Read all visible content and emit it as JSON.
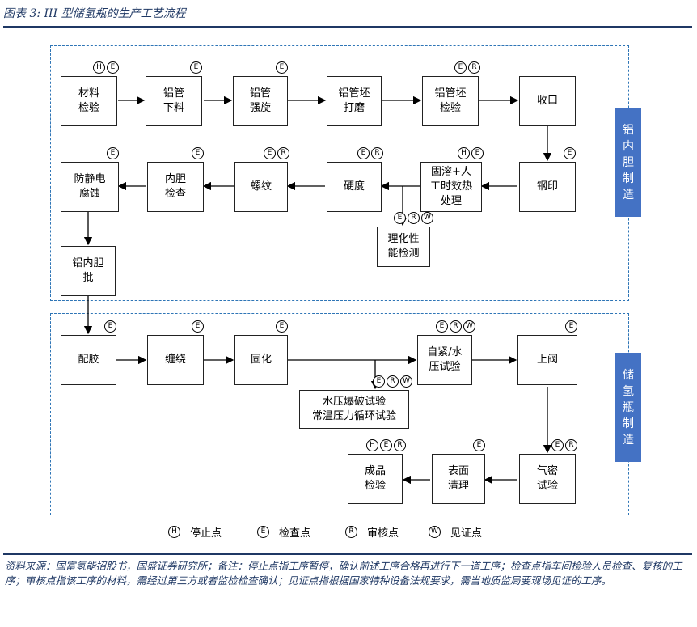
{
  "header": {
    "title": "图表 3: III 型储氢瓶的生产工艺流程"
  },
  "sections": [
    {
      "id": "liner",
      "label": "铝内胆制造"
    },
    {
      "id": "vessel",
      "label": "储氢瓶制造"
    }
  ],
  "nodes": [
    {
      "id": "n1",
      "text": "材料\n检验",
      "marks": [
        "H",
        "E"
      ]
    },
    {
      "id": "n2",
      "text": "铝管\n下料",
      "marks": [
        "E"
      ]
    },
    {
      "id": "n3",
      "text": "铝管\n强旋",
      "marks": [
        "E"
      ]
    },
    {
      "id": "n4",
      "text": "铝管坯\n打磨",
      "marks": []
    },
    {
      "id": "n5",
      "text": "铝管坯\n检验",
      "marks": [
        "E",
        "R"
      ]
    },
    {
      "id": "n6",
      "text": "收口",
      "marks": []
    },
    {
      "id": "n7",
      "text": "钢印",
      "marks": [
        "E"
      ]
    },
    {
      "id": "n8",
      "text": "固溶+人\n工时效热\n处理",
      "marks": [
        "H",
        "E"
      ]
    },
    {
      "id": "n9",
      "text": "理化性\n能检测",
      "marks": [
        "E",
        "R",
        "W"
      ]
    },
    {
      "id": "n10",
      "text": "硬度",
      "marks": [
        "E",
        "R"
      ]
    },
    {
      "id": "n11",
      "text": "螺纹",
      "marks": [
        "E",
        "R"
      ]
    },
    {
      "id": "n12",
      "text": "内胆\n检查",
      "marks": [
        "E"
      ]
    },
    {
      "id": "n13",
      "text": "防静电\n腐蚀",
      "marks": [
        "E"
      ]
    },
    {
      "id": "n14",
      "text": "铝内胆\n批",
      "marks": []
    },
    {
      "id": "n15",
      "text": "配胶",
      "marks": [
        "E"
      ]
    },
    {
      "id": "n16",
      "text": "缠绕",
      "marks": [
        "E"
      ]
    },
    {
      "id": "n17",
      "text": "固化",
      "marks": [
        "E"
      ]
    },
    {
      "id": "n18",
      "text": "自紧/水\n压试验",
      "marks": [
        "E",
        "R",
        "W"
      ]
    },
    {
      "id": "n19",
      "text": "上阀",
      "marks": [
        "E"
      ]
    },
    {
      "id": "n20",
      "text": "水压爆破试验\n常温压力循环试验",
      "marks": [
        "E",
        "R",
        "W"
      ]
    },
    {
      "id": "n21",
      "text": "气密\n试验",
      "marks": [
        "E",
        "R"
      ]
    },
    {
      "id": "n22",
      "text": "表面\n清理",
      "marks": [
        "E"
      ]
    },
    {
      "id": "n23",
      "text": "成品\n检验",
      "marks": [
        "H",
        "E",
        "R"
      ]
    }
  ],
  "legend": [
    {
      "symbol": "H",
      "label": "停止点"
    },
    {
      "symbol": "E",
      "label": "检查点"
    },
    {
      "symbol": "R",
      "label": "审核点"
    },
    {
      "symbol": "W",
      "label": "见证点"
    }
  ],
  "source_note": "资料来源：国富氢能招股书，国盛证券研究所；备注：停止点指工序暂停，确认前述工序合格再进行下一道工序；检查点指车间检验人员检查、复核的工序；审核点指该工序的材料，需经过第三方或者监检检查确认；见证点指根据国家特种设备法规要求，需当地质监局要现场见证的工序。"
}
